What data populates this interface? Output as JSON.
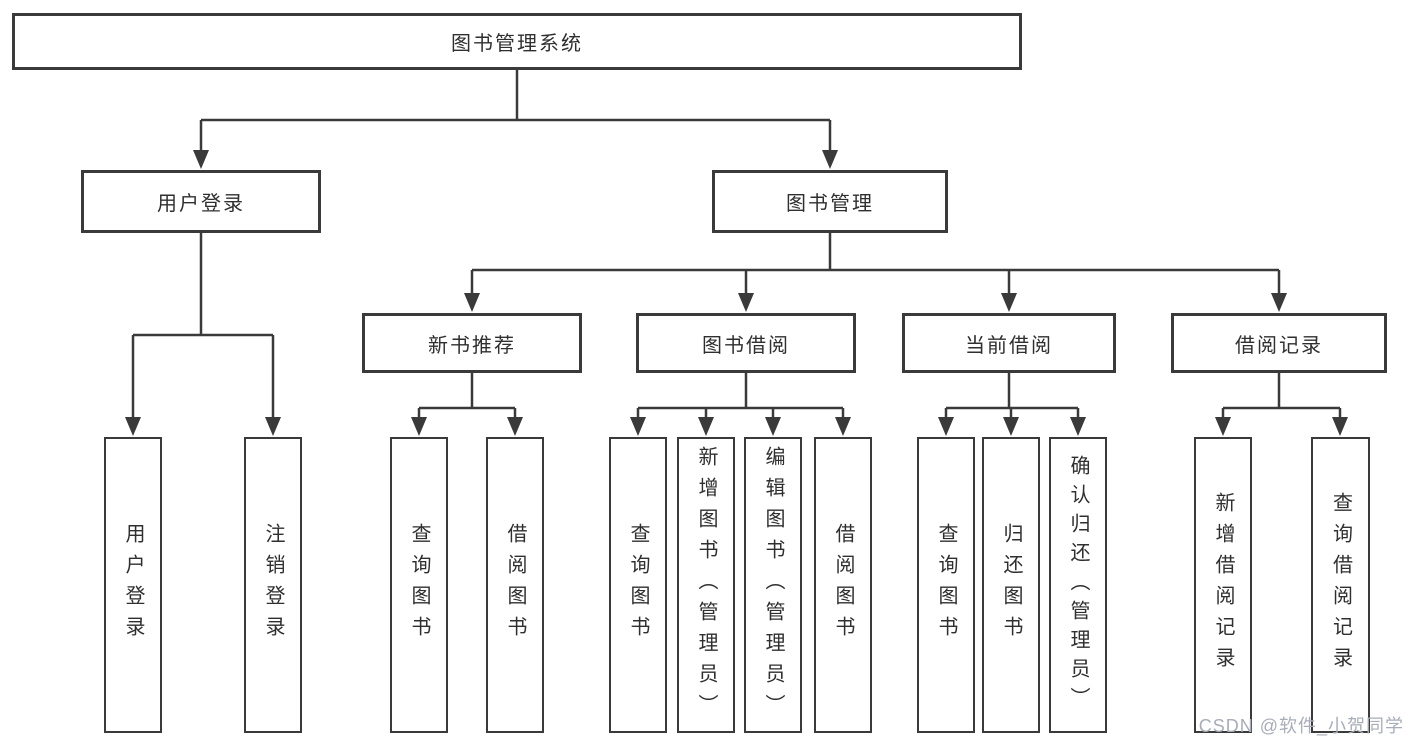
{
  "diagram": {
    "root": {
      "label": "图书管理系统"
    },
    "branches": [
      {
        "label": "用户登录",
        "children": [
          {
            "label": "用户登录"
          },
          {
            "label": "注销登录"
          }
        ]
      },
      {
        "label": "图书管理",
        "children": [
          {
            "label": "新书推荐",
            "children": [
              {
                "label": "查询图书"
              },
              {
                "label": "借阅图书"
              }
            ]
          },
          {
            "label": "图书借阅",
            "children": [
              {
                "label": "查询图书"
              },
              {
                "label": "新增图书（管理员）"
              },
              {
                "label": "编辑图书（管理员）"
              },
              {
                "label": "借阅图书"
              }
            ]
          },
          {
            "label": "当前借阅",
            "children": [
              {
                "label": "查询图书"
              },
              {
                "label": "归还图书"
              },
              {
                "label": "确认归还（管理员）"
              }
            ]
          },
          {
            "label": "借阅记录",
            "children": [
              {
                "label": "新增借阅记录"
              },
              {
                "label": "查询借阅记录"
              }
            ]
          }
        ]
      }
    ]
  },
  "watermark": {
    "text": "CSDN @软件_小贺同学"
  },
  "colors": {
    "line": "#3a3a3a",
    "text": "#2f2f2f",
    "background": "#ffffff",
    "watermark": "#a8adb9"
  }
}
